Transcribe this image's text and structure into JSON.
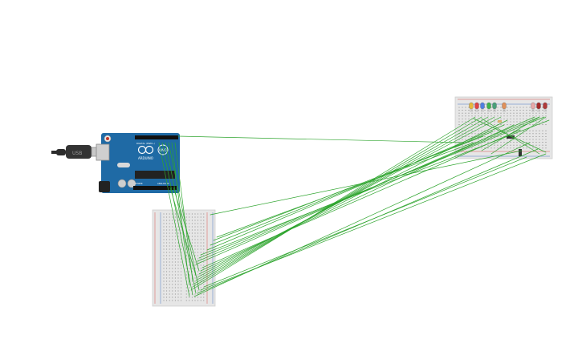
{
  "canvas": {
    "background": "#ffffff"
  },
  "arduino": {
    "label_uno": "UNO",
    "label_brand": "ARDUINO",
    "label_power": "POWER",
    "label_analog": "ANALOG IN",
    "label_digital": "DIGITAL (PWM~)",
    "board_color": "#1f6aa5",
    "board_dark": "#17558a"
  },
  "usb_cable": {
    "label": "USB"
  },
  "breadboards": {
    "body_color": "#e6e6e6",
    "hole_color": "#7a7a7a",
    "rail_red": "#d9534f",
    "rail_blue": "#4a78c2"
  },
  "components": {
    "leds": [
      {
        "name": "led-yellow-1",
        "color": "#e8b93a"
      },
      {
        "name": "led-red-1",
        "color": "#e04545"
      },
      {
        "name": "led-blue-1",
        "color": "#4f7fe0"
      },
      {
        "name": "led-green-1",
        "color": "#3db44a"
      },
      {
        "name": "led-teal-1",
        "color": "#49a07a"
      },
      {
        "name": "led-orange-1",
        "color": "#e0905a"
      },
      {
        "name": "led-pink-1",
        "color": "#e8a8a8"
      },
      {
        "name": "led-darkred-1",
        "color": "#a52a2a"
      },
      {
        "name": "led-darkred-2",
        "color": "#b03a3a"
      },
      {
        "name": "led-green-2",
        "color": "#47c24e"
      }
    ]
  },
  "wires": {
    "color": "#2fa52f"
  }
}
